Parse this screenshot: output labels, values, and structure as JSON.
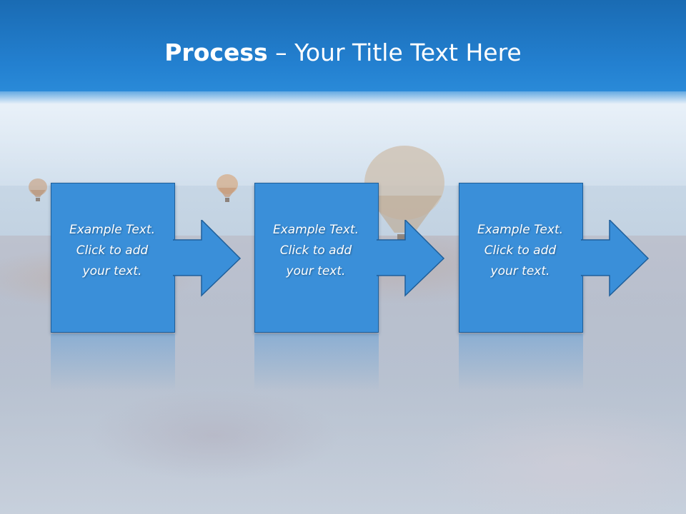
{
  "title": {
    "bold": "Process",
    "rest": " – Your Title Text Here"
  },
  "steps": [
    {
      "line1": "Example Text.",
      "line2": "Click  to add",
      "line3": "your text."
    },
    {
      "line1": "Example Text.",
      "line2": "Click  to add",
      "line3": "your text."
    },
    {
      "line1": "Example Text.",
      "line2": "Click  to add",
      "line3": "your text."
    }
  ],
  "colors": {
    "title_bar": "#2380d0",
    "step_fill": "#3a8fd9",
    "step_border": "#1f5f9a",
    "text": "#ffffff"
  },
  "icons": [
    "hot-air-balloon-icon",
    "arrow-right-icon"
  ]
}
